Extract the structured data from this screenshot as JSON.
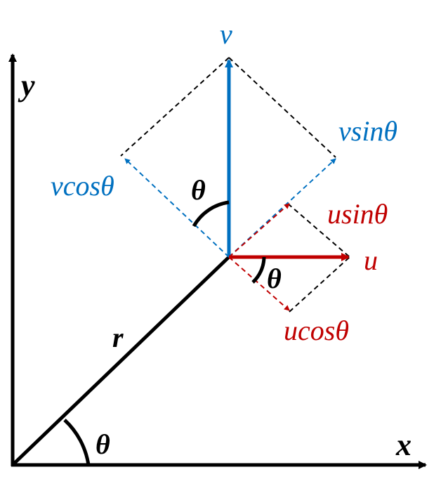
{
  "labels": {
    "y_axis": "y",
    "x_axis": "x",
    "r": "r",
    "theta_origin": "θ",
    "theta_v": "θ",
    "theta_u": "θ",
    "v": "v",
    "u": "u",
    "vsin": "vsinθ",
    "vcos": "vcosθ",
    "usin": "usinθ",
    "ucos": "ucosθ"
  },
  "colors": {
    "axis": "#000000",
    "v": "#0070c0",
    "u": "#c00000",
    "dashed_black": "#000000"
  }
}
